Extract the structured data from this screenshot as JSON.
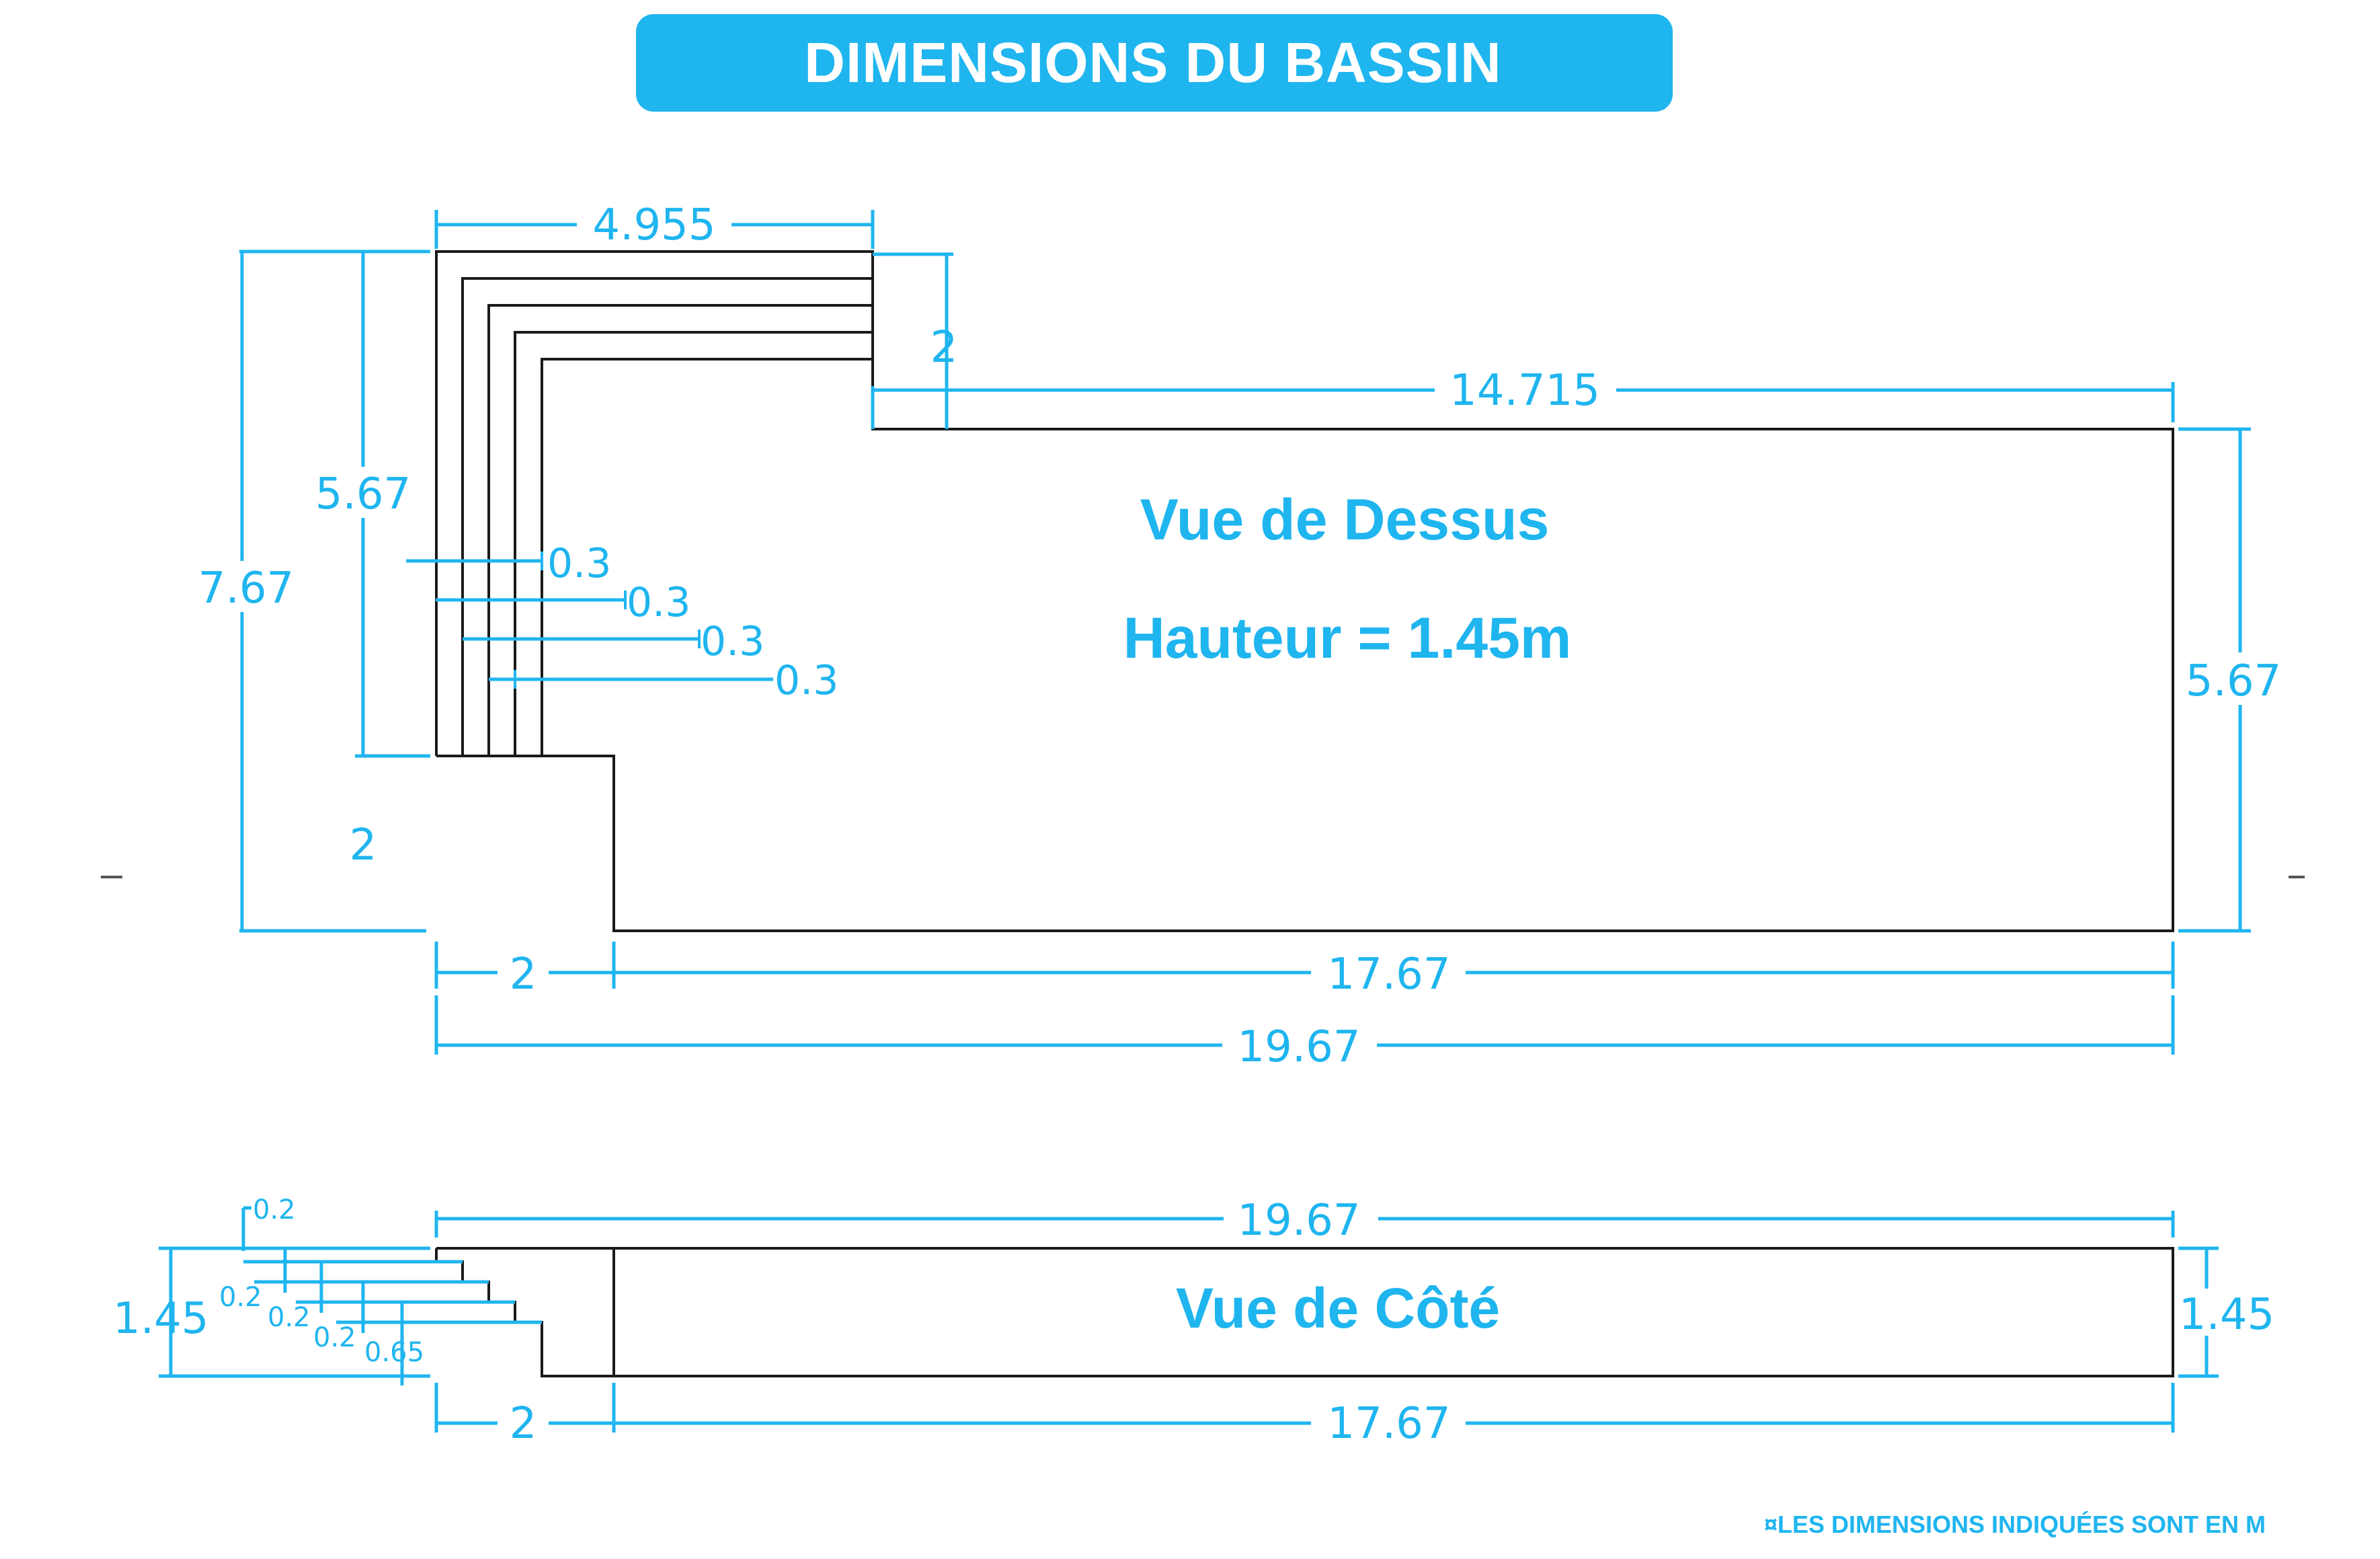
{
  "header": {
    "title": "DIMENSIONS DU BASSIN"
  },
  "views": {
    "top": {
      "title": "Vue de Dessus",
      "subtitle": "Hauteur = 1.45m"
    },
    "side": {
      "title": "Vue de Côté"
    }
  },
  "dimensions": {
    "top": {
      "step_width": "4.955",
      "step_offset": "2",
      "main_length_top": "14.715",
      "left_inner": "5.67",
      "left_total": "7.67",
      "right_height": "5.67",
      "step_treads": [
        "0.3",
        "0.3",
        "0.3",
        "0.3"
      ],
      "lower_left": "2",
      "bottom_left": "2",
      "bottom_main": "17.67",
      "total_length": "19.67"
    },
    "side": {
      "total_length": "19.67",
      "depth_left": "1.45",
      "depth_right": "1.45",
      "risers": [
        "0.2",
        "0.2",
        "0.2",
        "0.2"
      ],
      "last_riser": "0.65",
      "bottom_left": "2",
      "bottom_main": "17.67"
    }
  },
  "footnote": "¤LES DIMENSIONS INDIQUÉES SONT EN M",
  "colors": {
    "accent": "#1fb5ef",
    "outline": "#1a1a1a"
  }
}
